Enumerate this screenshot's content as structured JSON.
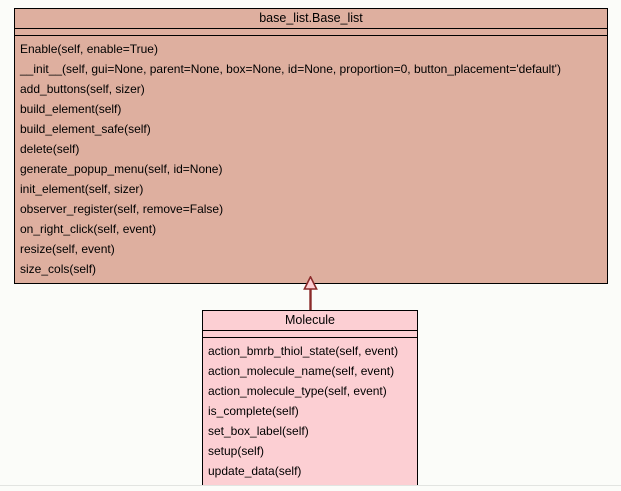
{
  "diagram": {
    "type": "uml-class-diagram",
    "colors": {
      "page_background": "#fbfcf9",
      "base_class_fill": "#deaf9f",
      "derived_class_fill": "#fccfd3",
      "border": "#000000",
      "relation_line": "#8b2b2b",
      "bottom_rule": "#e2e4e1"
    },
    "classes": [
      {
        "id": "base_list",
        "title": "base_list.Base_list",
        "attributes": [],
        "methods": [
          "Enable(self, enable=True)",
          "__init__(self, gui=None, parent=None, box=None, id=None, proportion=0, button_placement='default')",
          "add_buttons(self, sizer)",
          "build_element(self)",
          "build_element_safe(self)",
          "delete(self)",
          "generate_popup_menu(self, id=None)",
          "init_element(self, sizer)",
          "observer_register(self, remove=False)",
          "on_right_click(self, event)",
          "resize(self, event)",
          "size_cols(self)"
        ]
      },
      {
        "id": "molecule",
        "title": "Molecule",
        "attributes": [],
        "methods": [
          "action_bmrb_thiol_state(self, event)",
          "action_molecule_name(self, event)",
          "action_molecule_type(self, event)",
          "is_complete(self)",
          "set_box_label(self)",
          "setup(self)",
          "update_data(self)"
        ]
      }
    ],
    "relations": [
      {
        "kind": "generalization",
        "from": "molecule",
        "to": "base_list",
        "arrow": "hollow-triangle"
      }
    ]
  }
}
